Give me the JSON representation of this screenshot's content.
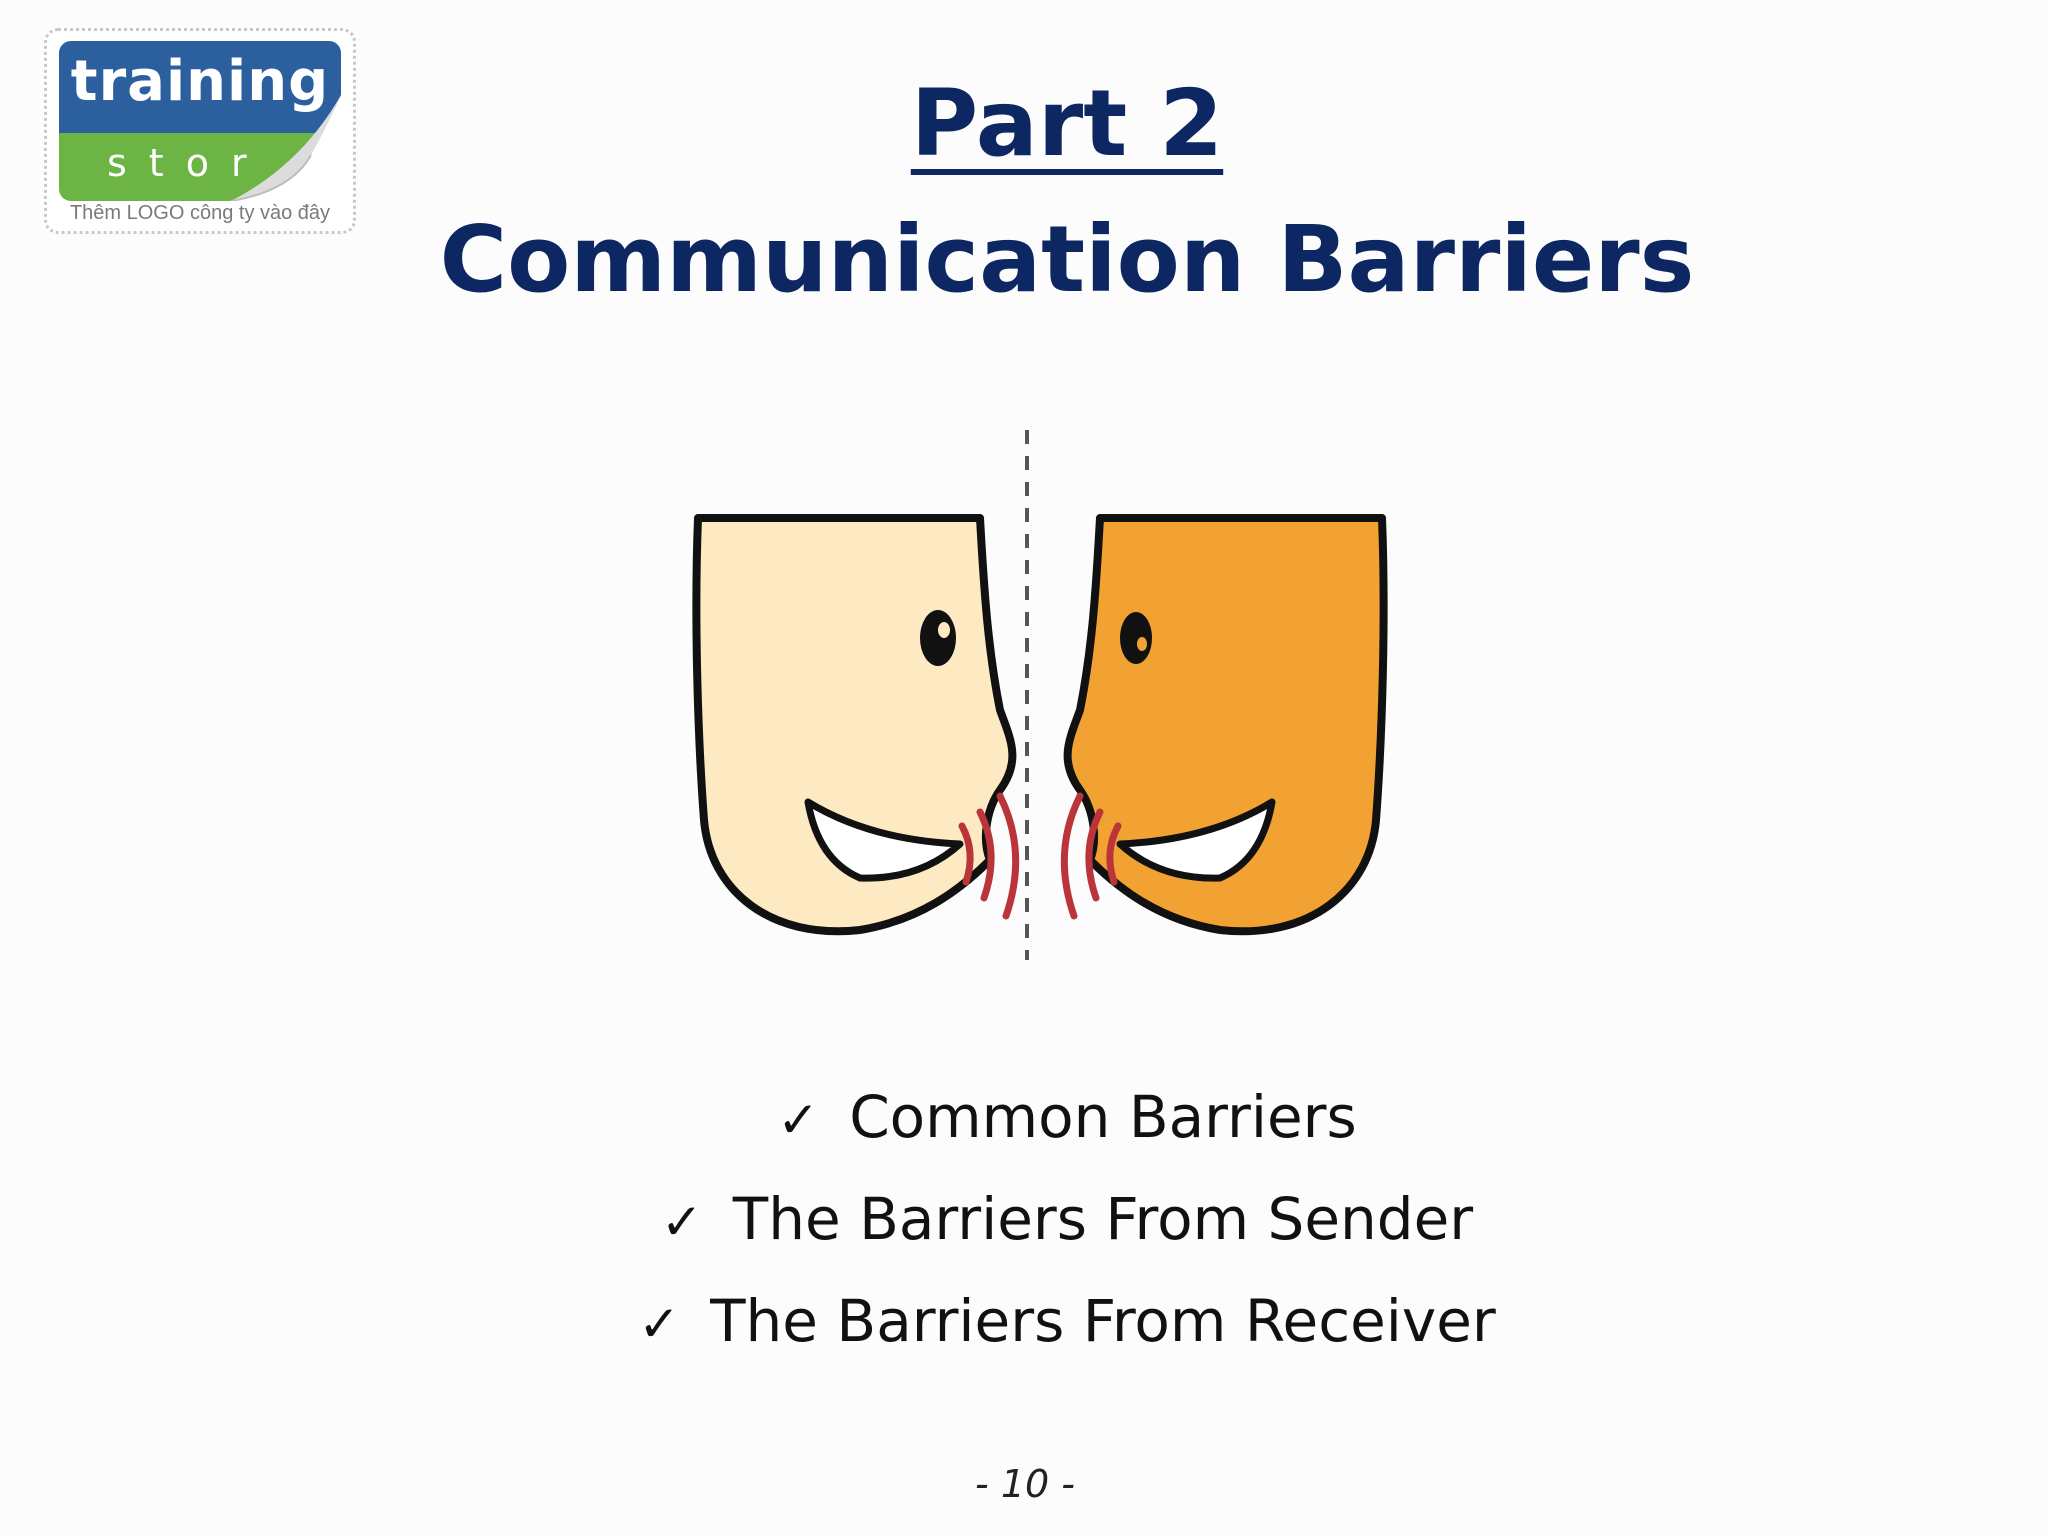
{
  "logo": {
    "brand": "training",
    "sub": "stor",
    "caption": "Thêm LOGO công ty vào đây"
  },
  "title": {
    "part": "Part 2",
    "main": "Communication Barriers"
  },
  "illustration": {
    "icon": "two-faces-talking-icon",
    "colors": {
      "left_face": "#fde9c2",
      "right_face": "#f2a232",
      "outline": "#111111",
      "sound_waves": "#b9353a"
    }
  },
  "bullets": [
    {
      "check": "✓",
      "text": "Common Barriers"
    },
    {
      "check": "✓",
      "text": "The Barriers From Sender"
    },
    {
      "check": "✓",
      "text": "The Barriers From Receiver"
    }
  ],
  "page_number": "- 10 -",
  "colors": {
    "title": "#0d2763",
    "logo_blue": "#2b5f9e",
    "logo_green": "#6cb544"
  }
}
